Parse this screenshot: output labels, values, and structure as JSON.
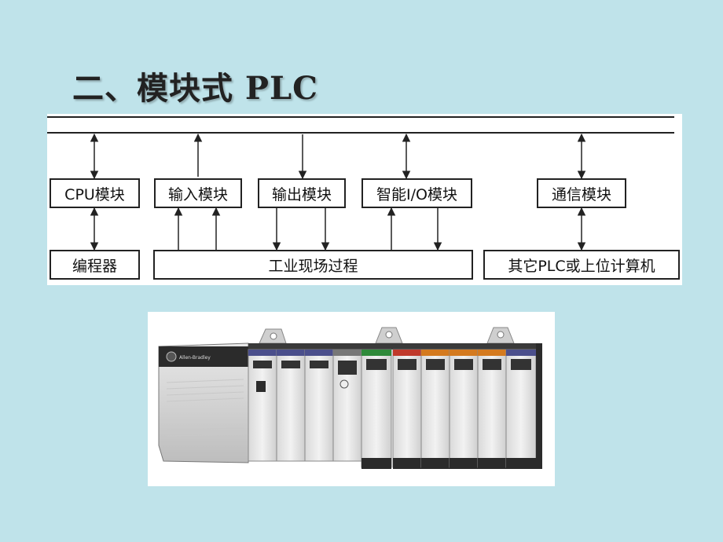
{
  "slide": {
    "title": "二、模块式 PLC"
  },
  "diagram": {
    "modules": {
      "cpu": "CPU模块",
      "input": "输入模块",
      "output": "输出模块",
      "smart_io": "智能I/O模块",
      "comm": "通信模块"
    },
    "peripherals": {
      "programmer": "编程器",
      "field_process": "工业现场过程",
      "other_plc": "其它PLC或上位计算机"
    },
    "line_color": "#222222"
  },
  "photo": {
    "subject": "modular PLC rack",
    "module_colors": [
      "#4b4f8c",
      "#4b4f8c",
      "#4b4f8c",
      "#2f8a3a",
      "#2f8a3a",
      "#c0392b",
      "#d47a1f",
      "#d47a1f",
      "#d47a1f",
      "#4b4f8c"
    ]
  }
}
